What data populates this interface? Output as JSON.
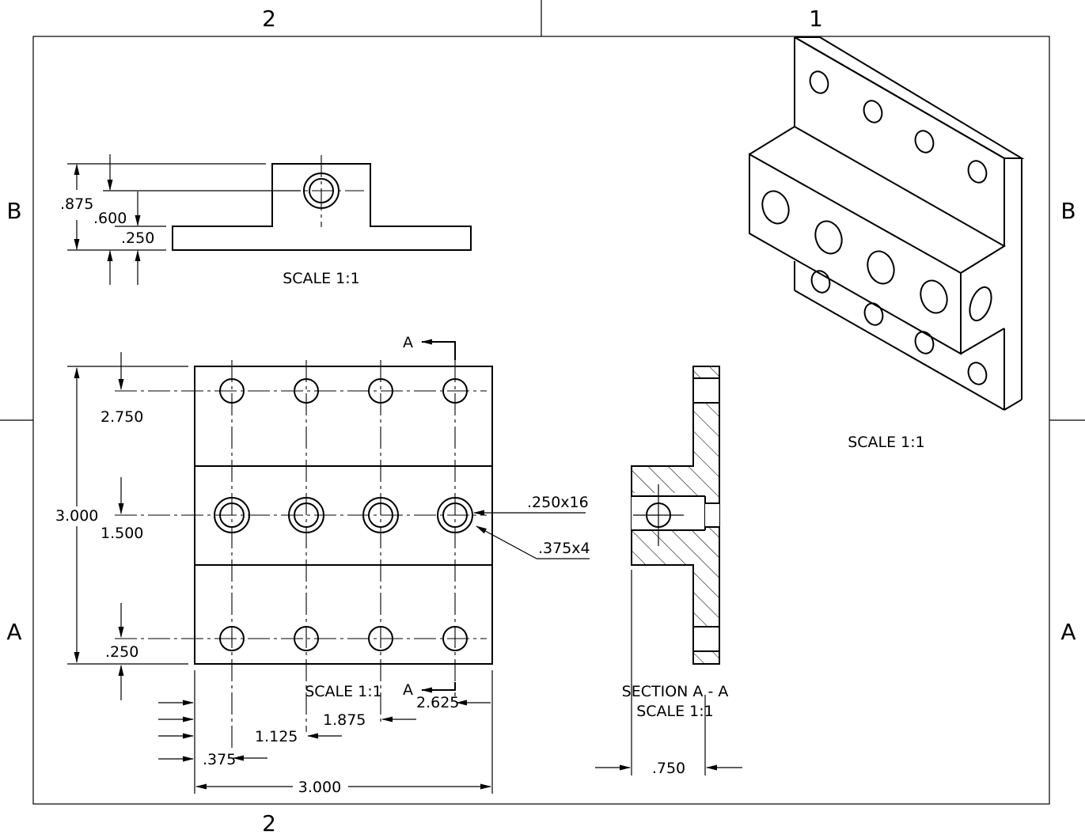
{
  "zones": {
    "top": [
      "2",
      "1"
    ],
    "bottom": [
      "2"
    ],
    "left": [
      "B",
      "A"
    ],
    "right": [
      "B",
      "A"
    ]
  },
  "views": {
    "top_view": {
      "scale_label": "SCALE 1:1",
      "dims": [
        ".875",
        ".600",
        ".250"
      ]
    },
    "front_view": {
      "scale_label": "SCALE 1:1",
      "section_marker": "A",
      "vertical_dims": [
        "3.000",
        "2.750",
        "1.500",
        ".250"
      ],
      "horizontal_dims": [
        "3.000",
        "2.625",
        "1.875",
        "1.125",
        ".375"
      ],
      "callouts": [
        ".250x16",
        ".375x4"
      ]
    },
    "section_view": {
      "title": "SECTION A - A",
      "scale_label": "SCALE 1:1",
      "dim": ".750"
    },
    "iso_view": {
      "scale_label": "SCALE 1:1"
    }
  }
}
